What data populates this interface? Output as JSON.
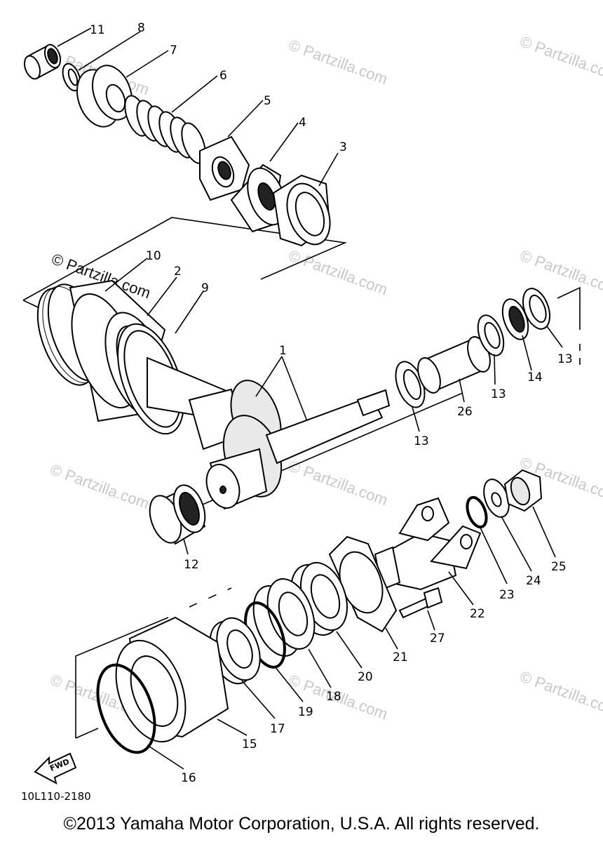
{
  "diagram": {
    "callouts": {
      "c1": "1",
      "c2": "2",
      "c3": "3",
      "c4": "4",
      "c5": "5",
      "c6": "6",
      "c7": "7",
      "c8": "8",
      "c9": "9",
      "c10": "10",
      "c11": "11",
      "c12": "12",
      "c13a": "13",
      "c13b": "13",
      "c13c": "13",
      "c14": "14",
      "c15": "15",
      "c16": "16",
      "c17": "17",
      "c18": "18",
      "c19": "19",
      "c20": "20",
      "c21": "21",
      "c22": "22",
      "c23": "23",
      "c24": "24",
      "c25": "25",
      "c26": "26",
      "c27": "27"
    },
    "watermark": "© Partzilla.com",
    "fwd_label": "FWD",
    "drawing_code": "10L110-2180"
  },
  "footer": {
    "copyright": "©2013 Yamaha Motor Corporation, U.S.A. All rights reserved."
  }
}
